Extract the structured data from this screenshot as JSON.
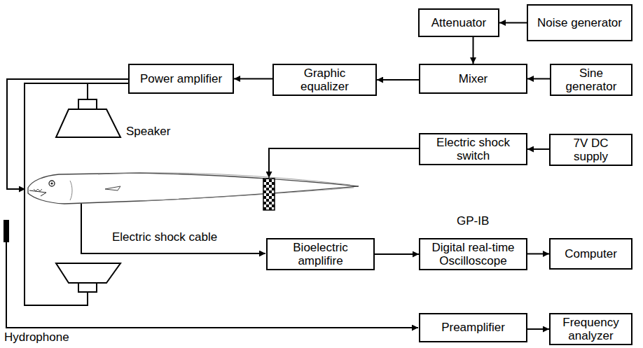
{
  "diagram": {
    "nodes": [
      {
        "text": [
          "Attenuator"
        ]
      },
      {
        "text": [
          "Noise generator"
        ]
      },
      {
        "text": [
          "Power amplifier"
        ]
      },
      {
        "text": [
          "Graphic equalizer"
        ]
      },
      {
        "text": [
          "Mixer"
        ]
      },
      {
        "text": [
          "Sine generator"
        ]
      },
      {
        "text": [
          "Electric shock switch"
        ]
      },
      {
        "text": [
          "7V DC supply"
        ]
      },
      {
        "text": [
          "Bioelectric amplifire"
        ]
      },
      {
        "text": [
          "Digital real-time Oscilloscope"
        ]
      },
      {
        "text": [
          "Computer"
        ]
      },
      {
        "text": [
          "Preamplifier"
        ]
      },
      {
        "text": [
          "Frequency analyzer"
        ]
      }
    ],
    "edges": [
      {
        "from": 1,
        "to": 0,
        "arrow": "to"
      },
      {
        "from": 0,
        "to": 4,
        "arrow": "to"
      },
      {
        "from": 5,
        "to": 4,
        "arrow": "to"
      },
      {
        "from": 4,
        "to": 3,
        "arrow": "to"
      },
      {
        "from": 3,
        "to": 2,
        "arrow": "to"
      },
      {
        "from": 7,
        "to": 6,
        "arrow": "to"
      },
      {
        "from": 8,
        "to": 9,
        "arrow": "to"
      },
      {
        "from": 9,
        "to": 10,
        "arrow": "to"
      },
      {
        "from": 11,
        "to": 12,
        "arrow": "to"
      }
    ],
    "labels": [
      "Speaker",
      "Electric shock cable",
      "GP-IB",
      "Hydrophone"
    ]
  }
}
